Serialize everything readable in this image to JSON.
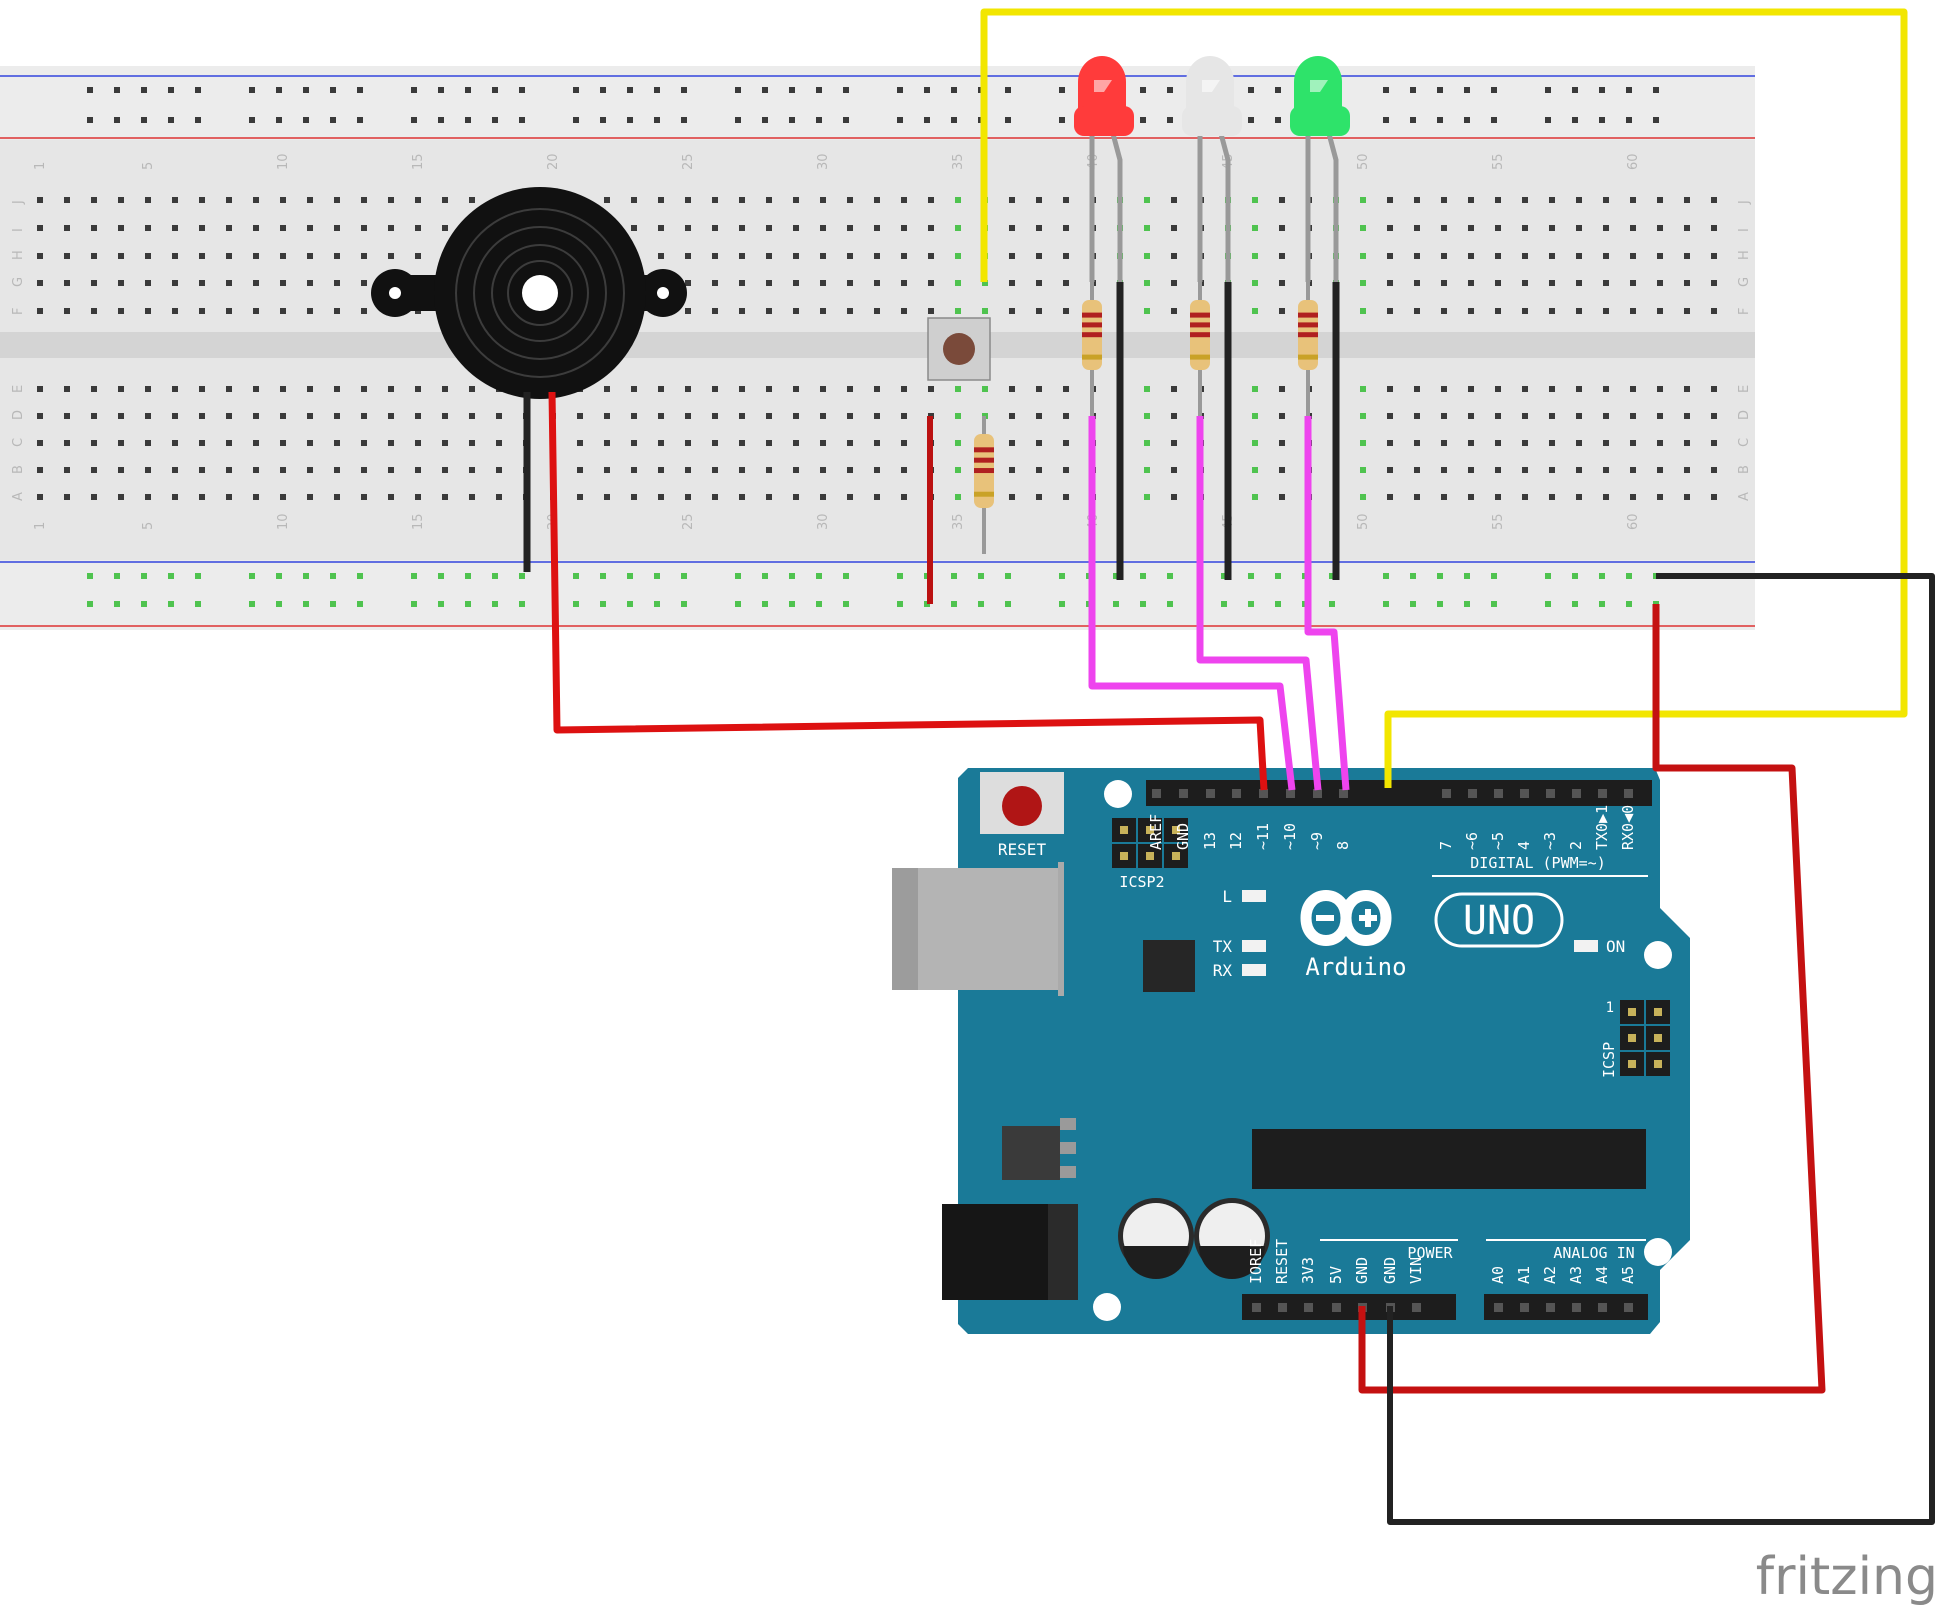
{
  "breadboard": {
    "column_numbers": [
      "1",
      "5",
      "10",
      "15",
      "20",
      "25",
      "30",
      "35",
      "40",
      "45",
      "50",
      "55",
      "60"
    ],
    "row_letters_top": [
      "J",
      "I",
      "H",
      "G",
      "F"
    ],
    "row_letters_bottom": [
      "E",
      "D",
      "C",
      "B",
      "A"
    ]
  },
  "components": {
    "buzzer": "piezo-buzzer",
    "button": "push-button",
    "leds": [
      {
        "color_name": "red",
        "color": "#ff3b3b"
      },
      {
        "color_name": "white",
        "color": "#e6e6e6"
      },
      {
        "color_name": "green",
        "color": "#2ee36a"
      }
    ]
  },
  "arduino": {
    "reset_label": "RESET",
    "icsp2_label": "ICSP2",
    "icsp_label": "ICSP",
    "icsp_pin1": "1",
    "led_l": "L",
    "tx_label": "TX",
    "rx_label": "RX",
    "on_label": "ON",
    "logo_text": "Arduino",
    "model_text": "UNO",
    "digital_label": "DIGITAL (PWM=~)",
    "power_label": "POWER",
    "analog_label": "ANALOG IN",
    "digital_pins": [
      "AREF",
      "GND",
      "13",
      "12",
      "~11",
      "~10",
      "~9",
      "8",
      "7",
      "~6",
      "~5",
      "4",
      "~3",
      "2",
      "TX0▶1",
      "RX0◀0"
    ],
    "power_pins": [
      "IOREF",
      "RESET",
      "3V3",
      "5V",
      "GND",
      "GND",
      "VIN"
    ],
    "analog_pins": [
      "A0",
      "A1",
      "A2",
      "A3",
      "A4",
      "A5"
    ]
  },
  "watermark": "fritzing",
  "colors": {
    "board_blue": "#1a7a98",
    "breadboard": "#e8e8e8",
    "wire_red": "#dd1111",
    "wire_black": "#222222",
    "wire_yellow": "#f2e600",
    "wire_magenta": "#ee44ee"
  }
}
